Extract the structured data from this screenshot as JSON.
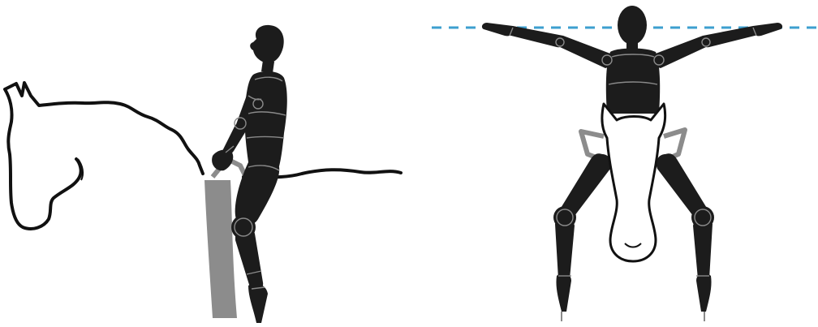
{
  "colors": {
    "figure": "#1c1c1c",
    "joint_line": "#8a8a8a",
    "horse_outline": "#111111",
    "horse_fill": "#ffffff",
    "saddle_pad": "#8c8c8c",
    "level_line": "#3d9fcf",
    "background": "#ffffff"
  },
  "panels": [
    {
      "view": "side",
      "subject": "rider-on-horse",
      "elements": [
        "horse-outline",
        "saddle-pad",
        "rider-figure"
      ]
    },
    {
      "view": "front",
      "subject": "rider-on-horse",
      "elements": [
        "horizontal-reference-line",
        "rider-figure",
        "horse-head-outline",
        "saddle-handles"
      ]
    }
  ]
}
